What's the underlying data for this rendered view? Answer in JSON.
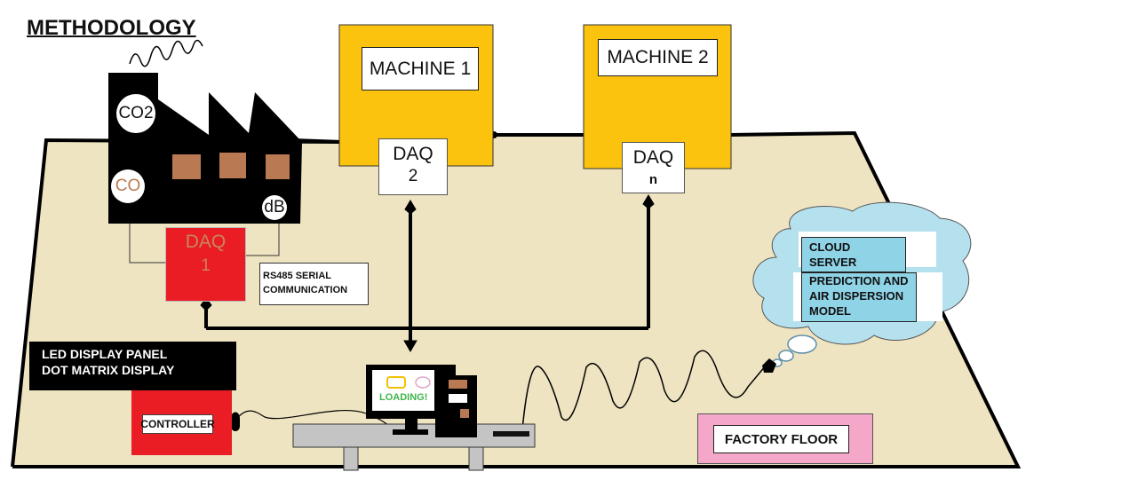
{
  "title": "METHODOLOGY",
  "sensors": {
    "co2": "CO2",
    "co": "CO",
    "db": "dB"
  },
  "daq1": {
    "line1": "DAQ",
    "line2": "1"
  },
  "rs485": "RS485 SERIAL COMMUNICATION",
  "machine1": {
    "label": "MACHINE 1",
    "daq_line1": "DAQ",
    "daq_line2": "2"
  },
  "machine2": {
    "label": "MACHINE 2",
    "daq_line1": "DAQ",
    "daq_line2": "n"
  },
  "cloud": {
    "server": "CLOUD SERVER",
    "model": "PREDICTION AND AIR DISPERSION MODEL"
  },
  "led_panel": {
    "line1": "LED DISPLAY PANEL",
    "line2": "DOT MATRIX DISPLAY"
  },
  "controller": "CONTROLLER",
  "computer_screen": "LOADING!",
  "factory_floor": "FACTORY FLOOR",
  "colors": {
    "floor": "#efe4c1",
    "machine": "#fcc30e",
    "daq1": "#ea1c24",
    "controller": "#ea1c24",
    "cloud": "#b5e1ee",
    "cloud_label": "#8fd3e7",
    "factory_floor_box": "#f4a7c8",
    "factory_window": "#b97953",
    "loading_text": "#3fb64a"
  }
}
